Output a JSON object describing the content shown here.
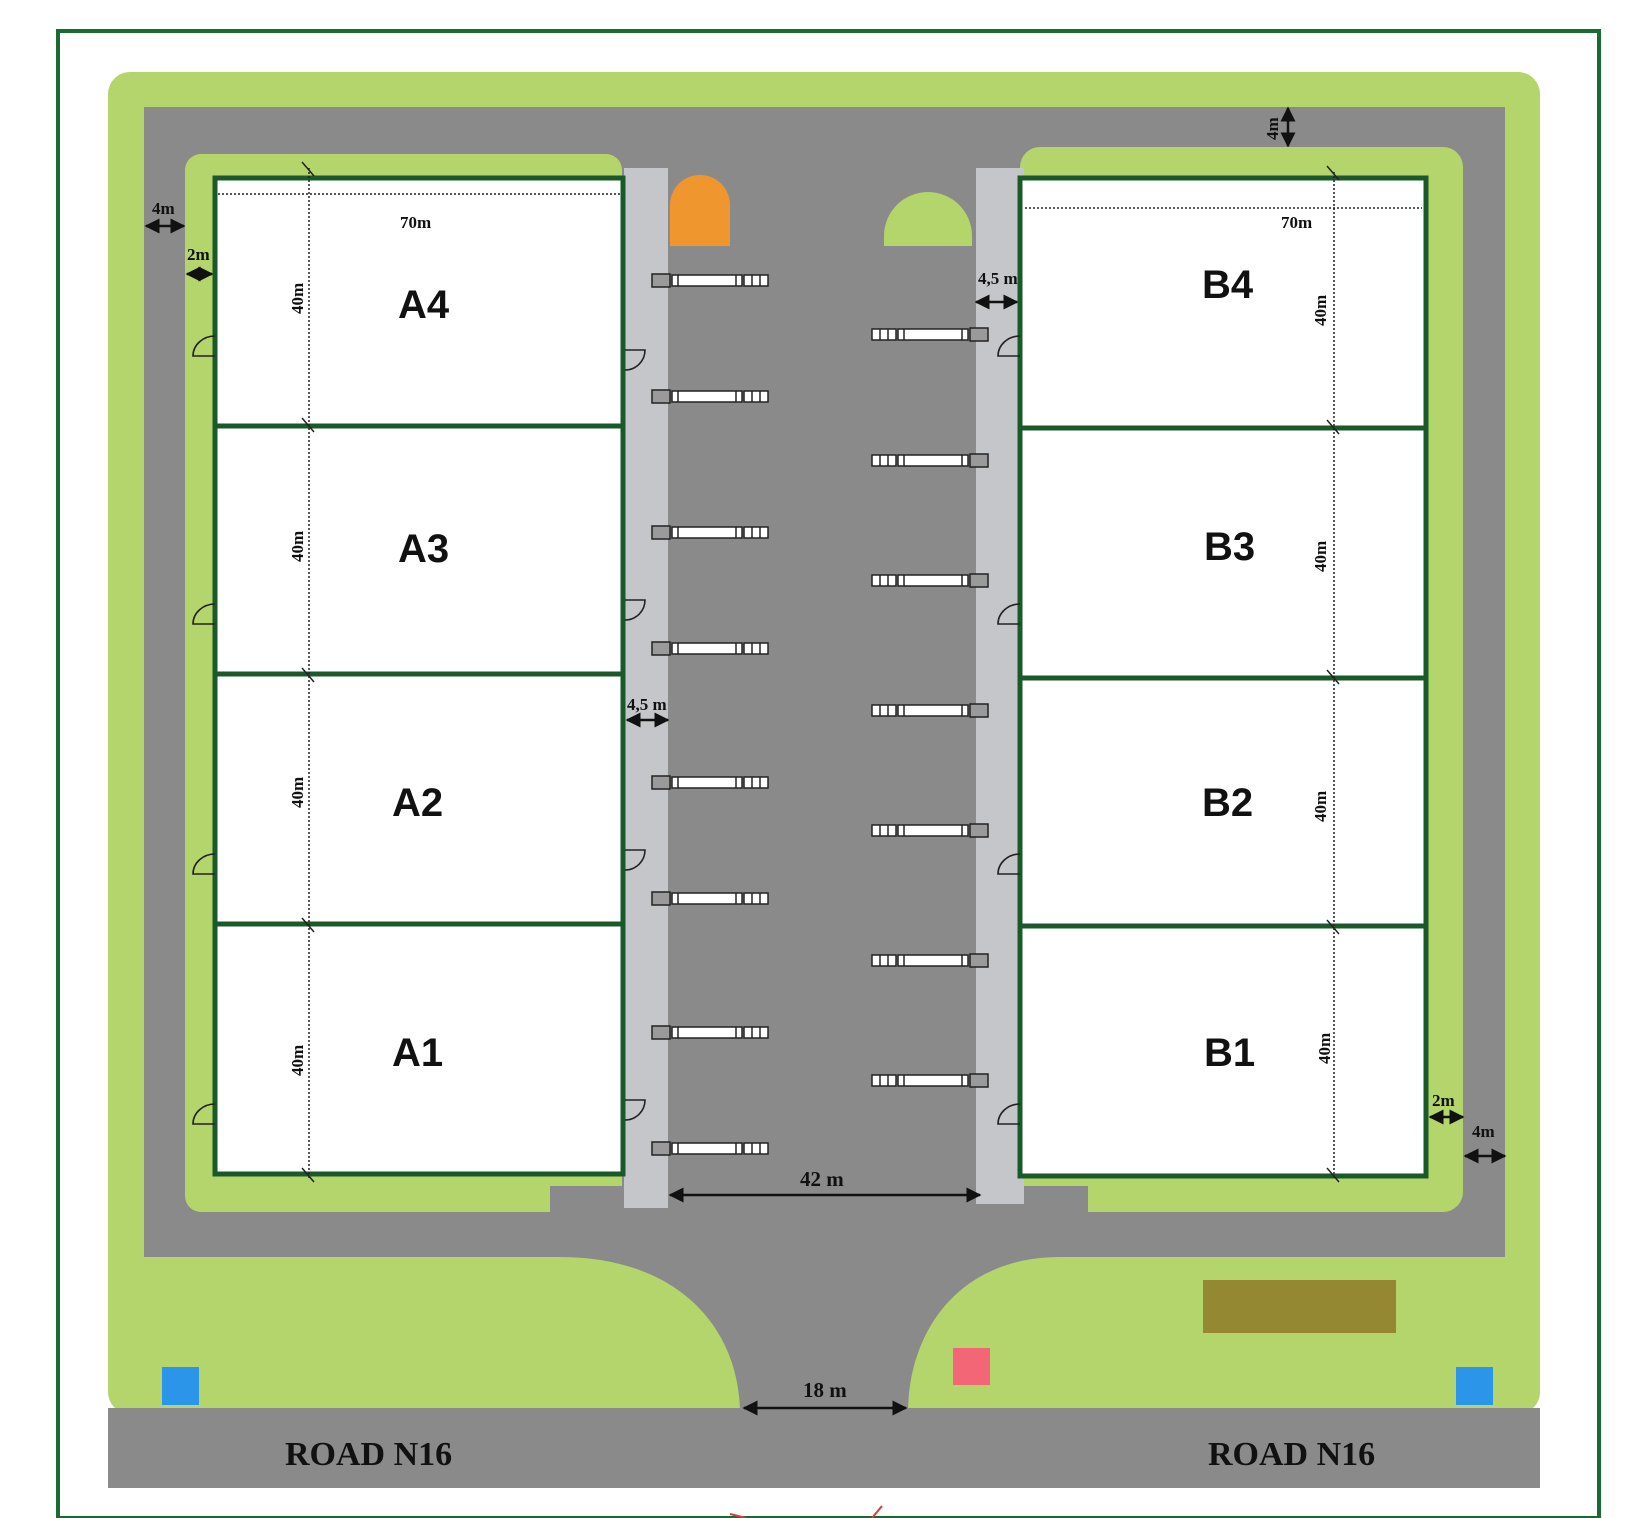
{
  "colors": {
    "grass": "#b3d56c",
    "asphalt": "#8a8a8a",
    "walkway": "#c4c6ca",
    "wall": "#1a5a2a",
    "booth_orange": "#f0962f",
    "pad_olive": "#958832",
    "marker_blue": "#2b96e9",
    "marker_pink": "#f26675"
  },
  "units_left": [
    {
      "id": "A4",
      "width_label": "70m",
      "depth_label": "40m"
    },
    {
      "id": "A3",
      "depth_label": "40m"
    },
    {
      "id": "A2",
      "depth_label": "40m"
    },
    {
      "id": "A1",
      "depth_label": "40m"
    }
  ],
  "units_right": [
    {
      "id": "B4",
      "width_label": "70m",
      "depth_label": "40m"
    },
    {
      "id": "B3",
      "depth_label": "40m"
    },
    {
      "id": "B2",
      "depth_label": "40m"
    },
    {
      "id": "B1",
      "depth_label": "40m"
    }
  ],
  "dimensions": {
    "top_road": "4m",
    "left_road": "4m",
    "left_verge": "2m",
    "walkway_left": "4,5 m",
    "walkway_right": "4,5 m",
    "right_verge": "2m",
    "right_road": "4m",
    "central_road": "42 m",
    "entrance": "18 m"
  },
  "road_labels": {
    "left": "ROAD N16",
    "right": "ROAD N16"
  }
}
